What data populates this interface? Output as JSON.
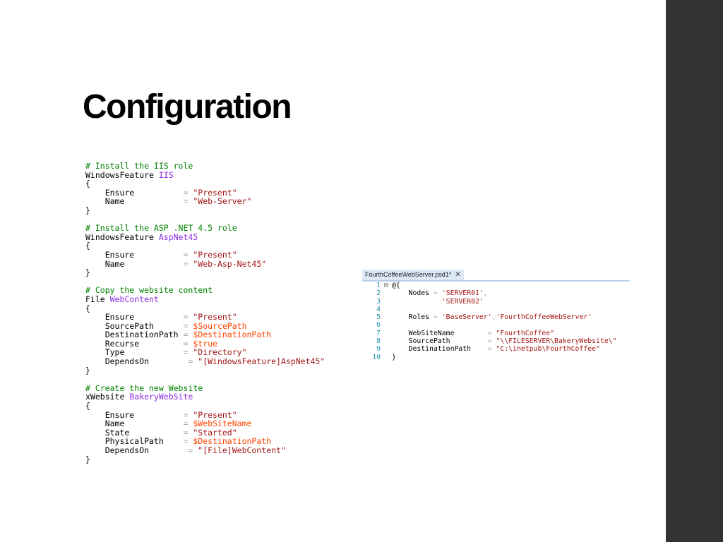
{
  "slide": {
    "title": "Configuration"
  },
  "dsc_code": [
    [
      {
        "t": "# Install the IIS role",
        "c": "cm"
      }
    ],
    [
      {
        "t": "WindowsFeature ",
        "c": ""
      },
      {
        "t": "IIS",
        "c": "nm"
      }
    ],
    [
      {
        "t": "{",
        "c": ""
      }
    ],
    [
      {
        "t": "    Ensure          ",
        "c": ""
      },
      {
        "t": "= ",
        "c": "op"
      },
      {
        "t": "\"Present\"",
        "c": "st"
      }
    ],
    [
      {
        "t": "    Name            ",
        "c": ""
      },
      {
        "t": "= ",
        "c": "op"
      },
      {
        "t": "\"Web-Server\"",
        "c": "st"
      }
    ],
    [
      {
        "t": "}",
        "c": ""
      }
    ],
    [],
    [
      {
        "t": "# Install the ASP .NET 4.5 role",
        "c": "cm"
      }
    ],
    [
      {
        "t": "WindowsFeature ",
        "c": ""
      },
      {
        "t": "AspNet45",
        "c": "nm"
      }
    ],
    [
      {
        "t": "{",
        "c": ""
      }
    ],
    [
      {
        "t": "    Ensure          ",
        "c": ""
      },
      {
        "t": "= ",
        "c": "op"
      },
      {
        "t": "\"Present\"",
        "c": "st"
      }
    ],
    [
      {
        "t": "    Name            ",
        "c": ""
      },
      {
        "t": "= ",
        "c": "op"
      },
      {
        "t": "\"Web-Asp-Net45\"",
        "c": "st"
      }
    ],
    [
      {
        "t": "}",
        "c": ""
      }
    ],
    [],
    [
      {
        "t": "# Copy the website content",
        "c": "cm"
      }
    ],
    [
      {
        "t": "File ",
        "c": ""
      },
      {
        "t": "WebContent",
        "c": "nm"
      }
    ],
    [
      {
        "t": "{",
        "c": ""
      }
    ],
    [
      {
        "t": "    Ensure          ",
        "c": ""
      },
      {
        "t": "= ",
        "c": "op"
      },
      {
        "t": "\"Present\"",
        "c": "st"
      }
    ],
    [
      {
        "t": "    SourcePath      ",
        "c": ""
      },
      {
        "t": "= ",
        "c": "op"
      },
      {
        "t": "$SourcePath",
        "c": "vr"
      }
    ],
    [
      {
        "t": "    DestinationPath ",
        "c": ""
      },
      {
        "t": "= ",
        "c": "op"
      },
      {
        "t": "$DestinationPath",
        "c": "vr"
      }
    ],
    [
      {
        "t": "    Recurse         ",
        "c": ""
      },
      {
        "t": "= ",
        "c": "op"
      },
      {
        "t": "$true",
        "c": "vr"
      }
    ],
    [
      {
        "t": "    Type            ",
        "c": ""
      },
      {
        "t": "= ",
        "c": "op"
      },
      {
        "t": "\"Directory\"",
        "c": "st"
      }
    ],
    [
      {
        "t": "    DependsOn        ",
        "c": ""
      },
      {
        "t": "= ",
        "c": "op"
      },
      {
        "t": "\"[WindowsFeature]AspNet45\"",
        "c": "st"
      }
    ],
    [
      {
        "t": "}",
        "c": ""
      }
    ],
    [],
    [
      {
        "t": "# Create the new Website",
        "c": "cm"
      }
    ],
    [
      {
        "t": "xWebsite ",
        "c": ""
      },
      {
        "t": "BakeryWebSite",
        "c": "nm"
      }
    ],
    [
      {
        "t": "{",
        "c": ""
      }
    ],
    [
      {
        "t": "    Ensure          ",
        "c": ""
      },
      {
        "t": "= ",
        "c": "op"
      },
      {
        "t": "\"Present\"",
        "c": "st"
      }
    ],
    [
      {
        "t": "    Name            ",
        "c": ""
      },
      {
        "t": "= ",
        "c": "op"
      },
      {
        "t": "$WebSiteName",
        "c": "vr"
      }
    ],
    [
      {
        "t": "    State           ",
        "c": ""
      },
      {
        "t": "= ",
        "c": "op"
      },
      {
        "t": "\"Started\"",
        "c": "st"
      }
    ],
    [
      {
        "t": "    PhysicalPath    ",
        "c": ""
      },
      {
        "t": "= ",
        "c": "op"
      },
      {
        "t": "$DestinationPath",
        "c": "vr"
      }
    ],
    [
      {
        "t": "    DependsOn        ",
        "c": ""
      },
      {
        "t": "= ",
        "c": "op"
      },
      {
        "t": "\"[File]WebContent\"",
        "c": "st"
      }
    ],
    [
      {
        "t": "}",
        "c": ""
      }
    ]
  ],
  "editor": {
    "tab_label": "FourthCoffeeWebServer.psd1*",
    "close_glyph": "✕",
    "lines": [
      {
        "n": "1",
        "g": "⊟",
        "segs": [
          {
            "t": "@{",
            "c": "et"
          }
        ]
      },
      {
        "n": "2",
        "g": "",
        "segs": [
          {
            "t": "    Nodes ",
            "c": "et"
          },
          {
            "t": "= ",
            "c": "op"
          },
          {
            "t": "'SERVER01'",
            "c": "st"
          },
          {
            "t": ",",
            "c": "op"
          }
        ]
      },
      {
        "n": "3",
        "g": "",
        "segs": [
          {
            "t": "            ",
            "c": "et"
          },
          {
            "t": "'SERVER02'",
            "c": "st"
          }
        ]
      },
      {
        "n": "4",
        "g": "",
        "segs": []
      },
      {
        "n": "5",
        "g": "",
        "segs": [
          {
            "t": "    Roles ",
            "c": "et"
          },
          {
            "t": "= ",
            "c": "op"
          },
          {
            "t": "'BaseServer'",
            "c": "st"
          },
          {
            "t": ",",
            "c": "op"
          },
          {
            "t": "'FourthCoffeeWebServer'",
            "c": "st"
          }
        ]
      },
      {
        "n": "6",
        "g": "",
        "segs": []
      },
      {
        "n": "7",
        "g": "",
        "segs": [
          {
            "t": "    WebSiteName        ",
            "c": "et"
          },
          {
            "t": "= ",
            "c": "op"
          },
          {
            "t": "\"FourthCoffee\"",
            "c": "st"
          }
        ]
      },
      {
        "n": "8",
        "g": "",
        "segs": [
          {
            "t": "    SourcePath         ",
            "c": "et"
          },
          {
            "t": "= ",
            "c": "op"
          },
          {
            "t": "\"\\\\FILESERVER\\BakeryWebsite\\\"",
            "c": "st"
          }
        ]
      },
      {
        "n": "9",
        "g": "",
        "segs": [
          {
            "t": "    DestinationPath    ",
            "c": "et"
          },
          {
            "t": "= ",
            "c": "op"
          },
          {
            "t": "\"C:\\inetpub\\FourthCoffee\"",
            "c": "st"
          }
        ]
      },
      {
        "n": "10",
        "g": "",
        "segs": [
          {
            "t": "}",
            "c": "et"
          }
        ]
      }
    ]
  },
  "colors": {
    "comment": "#008000",
    "name": "#8a2be2",
    "string": "#a31515",
    "variable": "#ff4500",
    "operator": "#a9a9a9",
    "line_number": "#2b91af",
    "side_band": "#333333"
  },
  "icons": {
    "fold": "collapse-icon",
    "tab_close": "close-icon"
  }
}
